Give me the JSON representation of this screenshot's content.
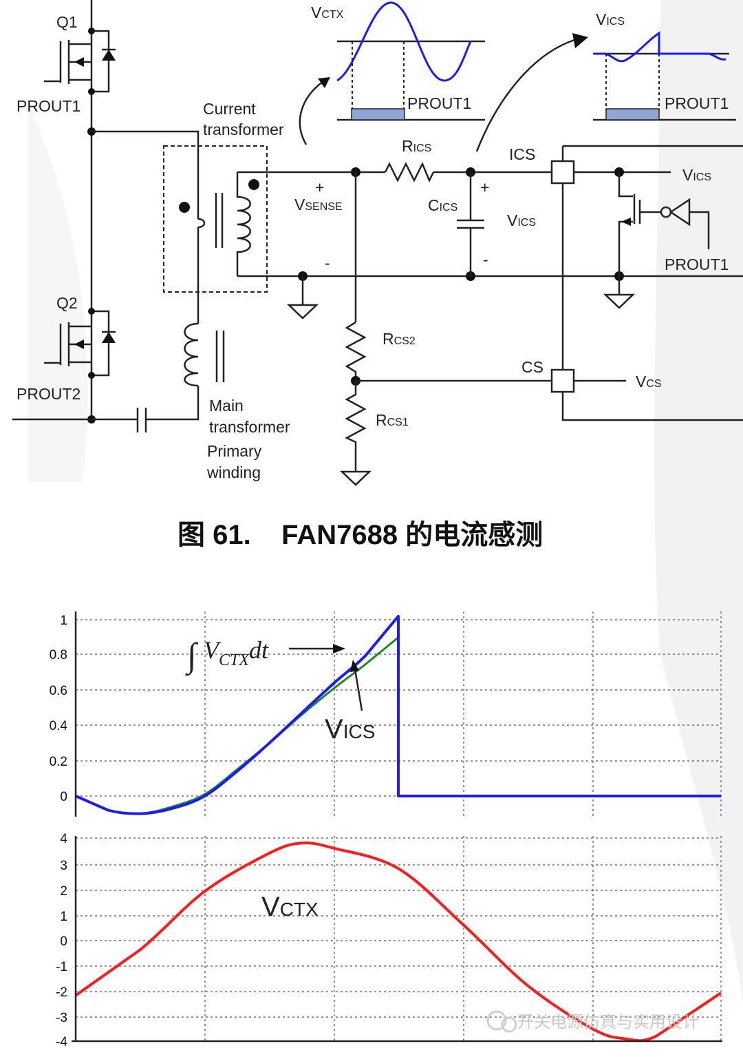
{
  "circuit": {
    "q1": "Q1",
    "q2": "Q2",
    "prout1_q1": "PROUT1",
    "prout2": "PROUT2",
    "current_transformer": [
      "Current",
      "transformer"
    ],
    "main_transformer": [
      "Main",
      "transformer",
      "Primary",
      "winding"
    ],
    "vsense": {
      "main": "V",
      "sub": "SENSE",
      "plus": "+",
      "minus": "-"
    },
    "rics": {
      "main": "R",
      "sub": "ICS"
    },
    "cics": {
      "main": "C",
      "sub": "ICS"
    },
    "vics_mid": {
      "main": "V",
      "sub": "ICS",
      "plus": "+",
      "minus": "-"
    },
    "ics_pin": "ICS",
    "vics_right": {
      "main": "V",
      "sub": "ICS"
    },
    "prout1_switch": "PROUT1",
    "rcs2": {
      "main": "R",
      "sub": "CS2"
    },
    "rcs1": {
      "main": "R",
      "sub": "CS1"
    },
    "cs_pin": "CS",
    "vcs": {
      "main": "V",
      "sub": "CS"
    },
    "inset_vctx": {
      "title_main": "V",
      "title_sub": "CTX",
      "pulse_label": "PROUT1"
    },
    "inset_vics": {
      "title_main": "V",
      "title_sub": "ICS",
      "pulse_label": "PROUT1"
    }
  },
  "caption": "图 61.    FAN7688 的电流感测",
  "watermark": "开关电源仿真与实用设计",
  "colors": {
    "blue": "#1a1aff",
    "green": "#1a8a1a",
    "red": "#ff1a1a",
    "pulse": "#8fa6d4"
  },
  "chart_data": [
    {
      "type": "line",
      "yticks": [
        "1",
        "0.8",
        "0.6",
        "0.4",
        "0.2",
        "0"
      ],
      "ylim": [
        -0.12,
        1.03
      ],
      "xlim": [
        0,
        1
      ],
      "grid": true,
      "annotation_integral": {
        "sym": "∫",
        "v": "V",
        "sub": "CTX",
        "dt": "dt"
      },
      "annotation_vics": {
        "main": "V",
        "sub": "ICS"
      },
      "series": [
        {
          "color": "blue",
          "x": [
            0,
            0.05,
            0.1,
            0.15,
            0.2,
            0.25,
            0.3,
            0.35,
            0.4,
            0.45,
            0.5,
            0.5,
            1.0
          ],
          "y": [
            0,
            -0.08,
            -0.1,
            -0.07,
            0.0,
            0.14,
            0.3,
            0.47,
            0.64,
            0.8,
            1.02,
            0,
            0
          ]
        },
        {
          "color": "green",
          "x": [
            0,
            0.05,
            0.1,
            0.15,
            0.2,
            0.25,
            0.3,
            0.35,
            0.4,
            0.45,
            0.5,
            0.5
          ],
          "y": [
            0,
            -0.08,
            -0.1,
            -0.06,
            0.01,
            0.15,
            0.3,
            0.46,
            0.61,
            0.75,
            0.9,
            0
          ]
        }
      ]
    },
    {
      "type": "line",
      "yticks": [
        "4",
        "3",
        "2",
        "1",
        "0",
        "-1",
        "-2",
        "-3",
        "-4"
      ],
      "ylim": [
        -4,
        4
      ],
      "xlim": [
        0,
        1
      ],
      "grid": true,
      "annotation": {
        "main": "V",
        "sub": "CTX"
      },
      "series": [
        {
          "color": "red",
          "x": [
            0,
            0.1,
            0.2,
            0.3,
            0.35,
            0.4,
            0.5,
            0.6,
            0.7,
            0.8,
            0.85,
            0.9,
            1.0
          ],
          "y": [
            -2.2,
            -0.4,
            1.9,
            3.4,
            3.8,
            3.6,
            2.8,
            0.6,
            -1.8,
            -3.5,
            -3.9,
            -3.8,
            -2.1
          ]
        }
      ]
    }
  ]
}
